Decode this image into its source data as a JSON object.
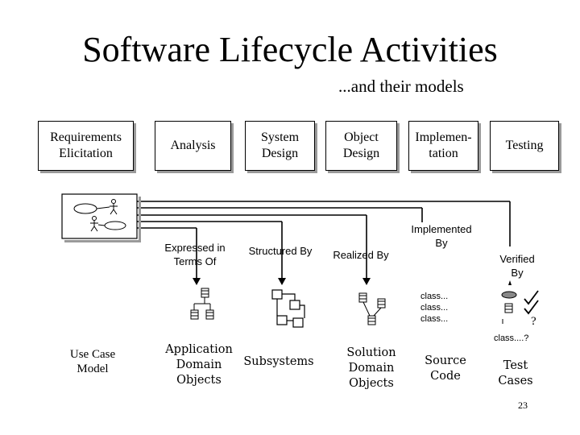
{
  "title": "Software Lifecycle Activities",
  "subtitle": "...and their models",
  "activities": [
    {
      "id": "requirements",
      "label": "Requirements\nElicitation"
    },
    {
      "id": "analysis",
      "label": "Analysis"
    },
    {
      "id": "system-design",
      "label": "System\nDesign"
    },
    {
      "id": "object-design",
      "label": "Object\nDesign"
    },
    {
      "id": "implementation",
      "label": "Implemen-\ntation"
    },
    {
      "id": "testing",
      "label": "Testing"
    }
  ],
  "relations": [
    {
      "label": "Expressed in\nTerms Of"
    },
    {
      "label": "Structured By"
    },
    {
      "label": "Realized By"
    },
    {
      "label": "Implemented\nBy"
    },
    {
      "label": "Verified\nBy"
    }
  ],
  "models": [
    {
      "label": "Use Case\nModel"
    },
    {
      "label": "Application\nDomain\nObjects"
    },
    {
      "label": "Subsystems"
    },
    {
      "label": "Solution\nDomain\nObjects"
    },
    {
      "label": "Source\nCode"
    },
    {
      "label": "Test\nCases"
    }
  ],
  "source_code_lines": "class...\nclass...\nclass...",
  "test_class_line": "class....?",
  "page_number": "23"
}
